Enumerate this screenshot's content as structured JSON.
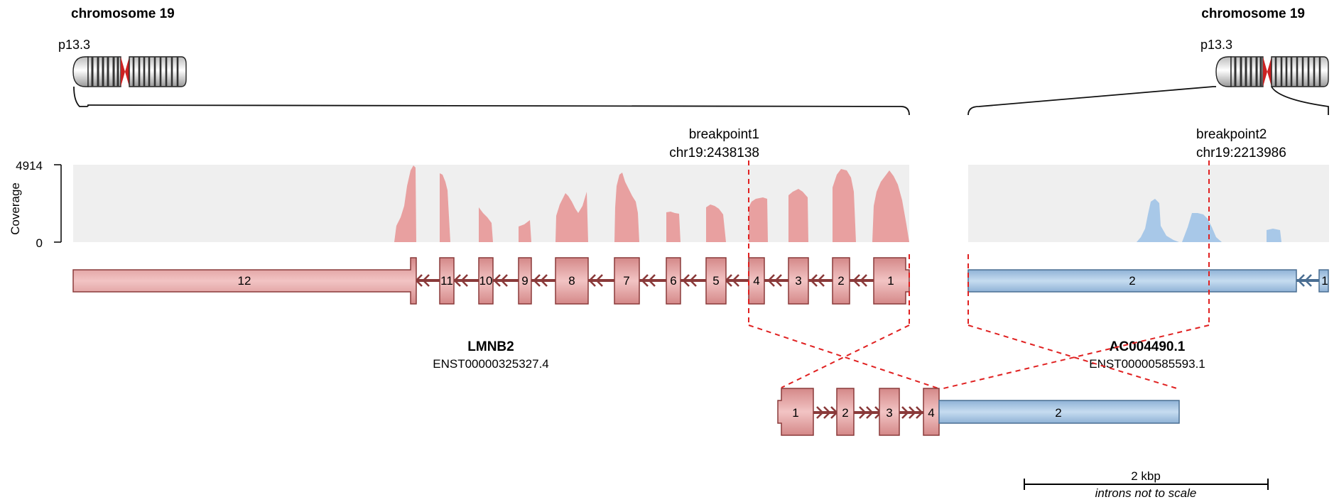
{
  "colors": {
    "gene1": "#e8a0a0",
    "gene1_dark": "#8a3a3a",
    "gene2": "#a8c8e8",
    "gene2_dark": "#4a6e92",
    "background_track": "#efefef",
    "breakpoint": "#e02020"
  },
  "left": {
    "chromosome_label": "chromosome 19",
    "band_label": "p13.3",
    "breakpoint_label": "breakpoint1",
    "breakpoint_position": "chr19:2438138",
    "gene_name": "LMNB2",
    "transcript_id": "ENST00000325327.4",
    "exons": [
      "12",
      "11",
      "10",
      "9",
      "8",
      "7",
      "6",
      "5",
      "4",
      "3",
      "2",
      "1"
    ]
  },
  "right": {
    "chromosome_label": "chromosome 19",
    "band_label": "p13.3",
    "breakpoint_label": "breakpoint2",
    "breakpoint_position": "chr19:2213986",
    "gene_name": "AC004490.1",
    "transcript_id": "ENST00000585593.1",
    "exons": [
      "2",
      "1"
    ]
  },
  "coverage": {
    "axis_title": "Coverage",
    "max_label": "4914",
    "min_label": "0"
  },
  "fusion": {
    "exons": [
      "1",
      "2",
      "3",
      "4",
      "2"
    ]
  },
  "scale": {
    "label": "2 kbp",
    "note": "introns not to scale"
  }
}
